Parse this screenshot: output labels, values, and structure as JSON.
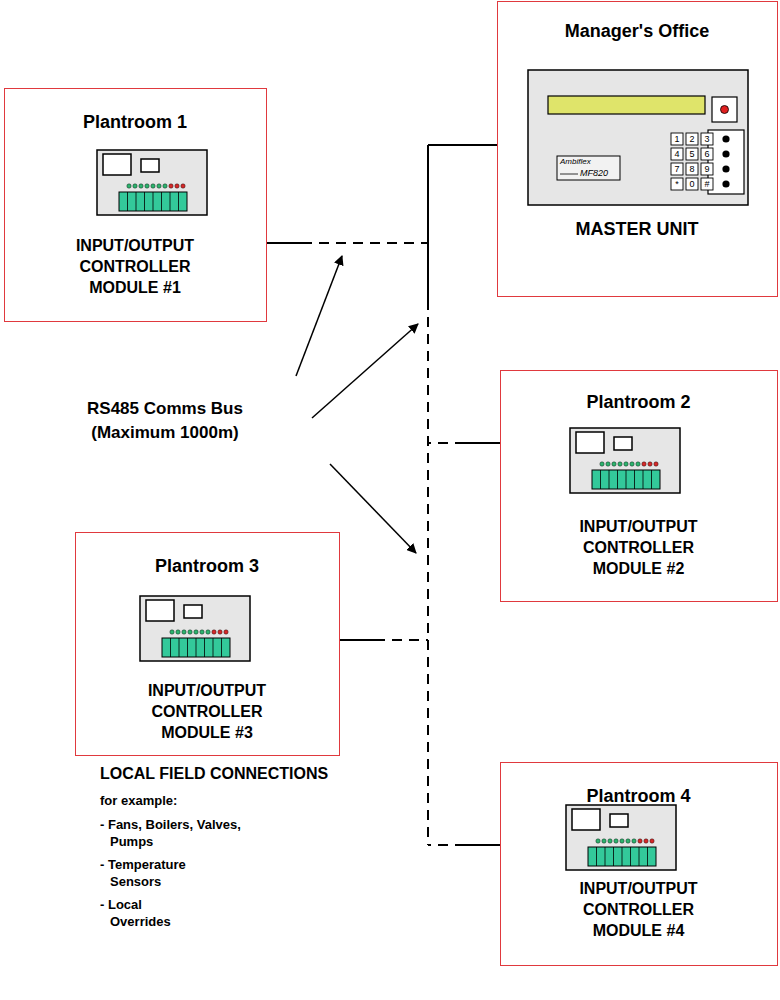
{
  "diagram": {
    "nodes": [
      {
        "text": [
          "Manager's Office",
          "MASTER UNIT"
        ]
      },
      {
        "text": [
          "Plantroom 1",
          "INPUT/OUTPUT CONTROLLER MODULE #1"
        ]
      },
      {
        "text": [
          "Plantroom 2",
          "INPUT/OUTPUT CONTROLLER MODULE #2"
        ]
      },
      {
        "text": [
          "Plantroom 3",
          "INPUT/OUTPUT CONTROLLER MODULE #3"
        ]
      },
      {
        "text": [
          "Plantroom 4",
          "INPUT/OUTPUT CONTROLLER MODULE #4"
        ]
      }
    ],
    "edges": [
      {
        "from": 1,
        "to": 0,
        "arrow": "none"
      },
      {
        "from": 2,
        "to": 0,
        "arrow": "none"
      },
      {
        "from": 3,
        "to": 0,
        "arrow": "none"
      },
      {
        "from": 4,
        "to": 0,
        "arrow": "none"
      }
    ],
    "labels": [
      "Ambiflex",
      "MF820",
      "1",
      "2",
      "3",
      "4",
      "5",
      "6",
      "7",
      "8",
      "9",
      "*",
      "0",
      "#",
      "RS485 Comms Bus (Maximum 1000m)",
      "LOCAL FIELD CONNECTIONS",
      "for example:",
      "- Fans, Boilers, Valves, Pumps",
      "- Temperature Sensors",
      "- Local Overrides"
    ]
  }
}
